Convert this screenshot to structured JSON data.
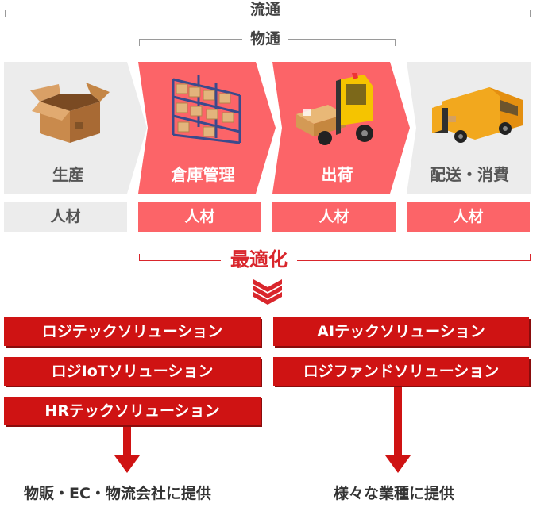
{
  "scope_brackets": {
    "distribution": "流通",
    "logistics": "物通"
  },
  "stages": [
    {
      "label": "生産",
      "icon": "cardboard-box-icon",
      "highlighted": false
    },
    {
      "label": "倉庫管理",
      "icon": "warehouse-shelves-icon",
      "highlighted": true
    },
    {
      "label": "出荷",
      "icon": "forklift-icon",
      "highlighted": true
    },
    {
      "label": "配送・消費",
      "icon": "delivery-van-icon",
      "highlighted": false
    }
  ],
  "talent_row": [
    "人材",
    "人材",
    "人材",
    "人材"
  ],
  "optimization": {
    "label": "最適化",
    "icon": "triple-chevron-down-icon"
  },
  "solutions_left": [
    "ロジテックソリューション",
    "ロジIoTソリューション",
    "HRテックソリューション"
  ],
  "solutions_right": [
    "AIテックソリューション",
    "ロジファンドソリューション"
  ],
  "targets": {
    "left": "物販・EC・物流会社に提供",
    "right": "様々な業種に提供"
  },
  "colors": {
    "highlight": "#fc6468",
    "muted_stage": "#ececec",
    "solution_red": "#cf1313",
    "accent_red": "#d9262c",
    "bracket_gray": "#9a9a9a"
  }
}
